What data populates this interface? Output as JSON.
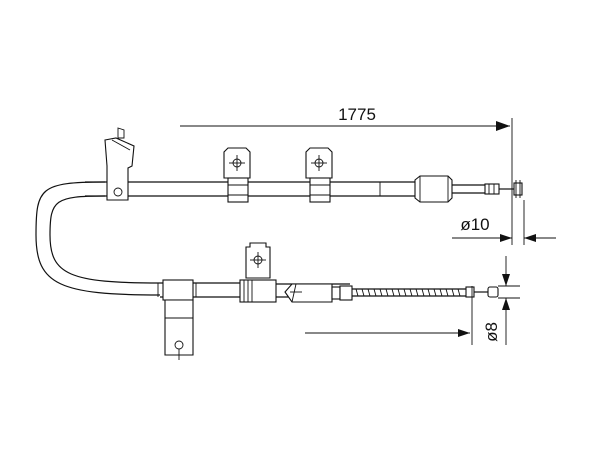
{
  "dimensions": {
    "overall_length": "1775",
    "upper_diameter": "ø10",
    "lower_diameter": "ø8"
  }
}
